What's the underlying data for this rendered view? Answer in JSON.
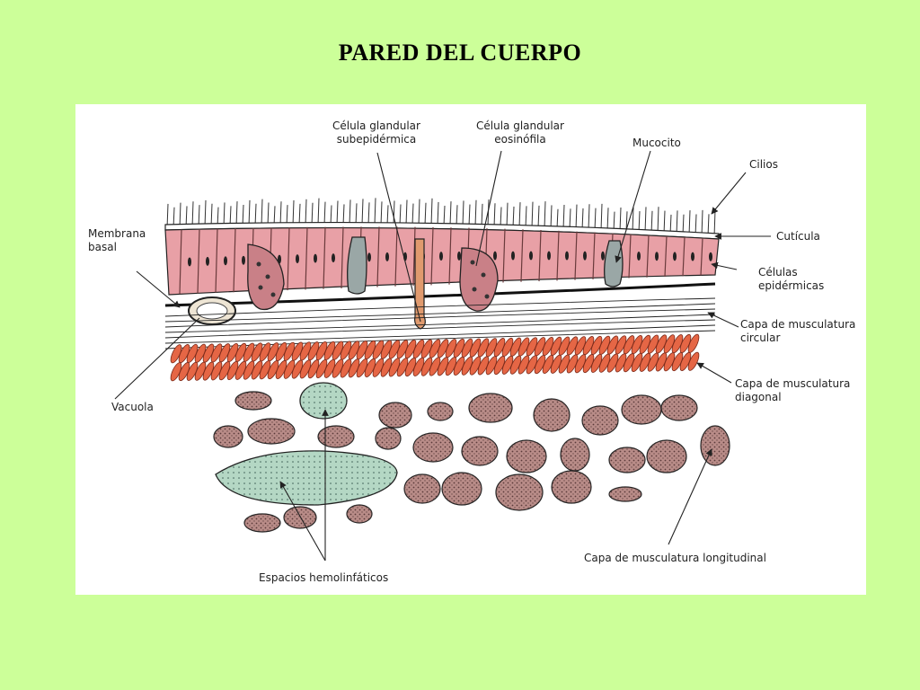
{
  "title": "PARED DEL CUERPO",
  "colors": {
    "background": "#ccff99",
    "epidermis": "#e8a0a6",
    "gland_cells": "#c98087",
    "mucocyte": "#9aa7a6",
    "diagonal_muscle": "#e56645",
    "longitudinal_muscle": "#b98c88",
    "hemolymph": "#b4d7c4"
  },
  "labels": {
    "membrana_basal": "Membrana\nbasal",
    "celula_subepidermica": "Célula glandular\nsubepidérmica",
    "celula_eosinofila": "Célula glandular\neosinófila",
    "mucocito": "Mucocito",
    "cilios": "Cilios",
    "cuticula": "Cutícula",
    "celulas_epidermicas": "Células\nepidérmicas",
    "capa_circular": "Capa de musculatura\ncircular",
    "capa_diagonal": "Capa de musculatura\ndiagonal",
    "vacuola": "Vacuola",
    "capa_longitudinal": "Capa de musculatura longitudinal",
    "espacios": "Espacios hemolinfáticos"
  }
}
